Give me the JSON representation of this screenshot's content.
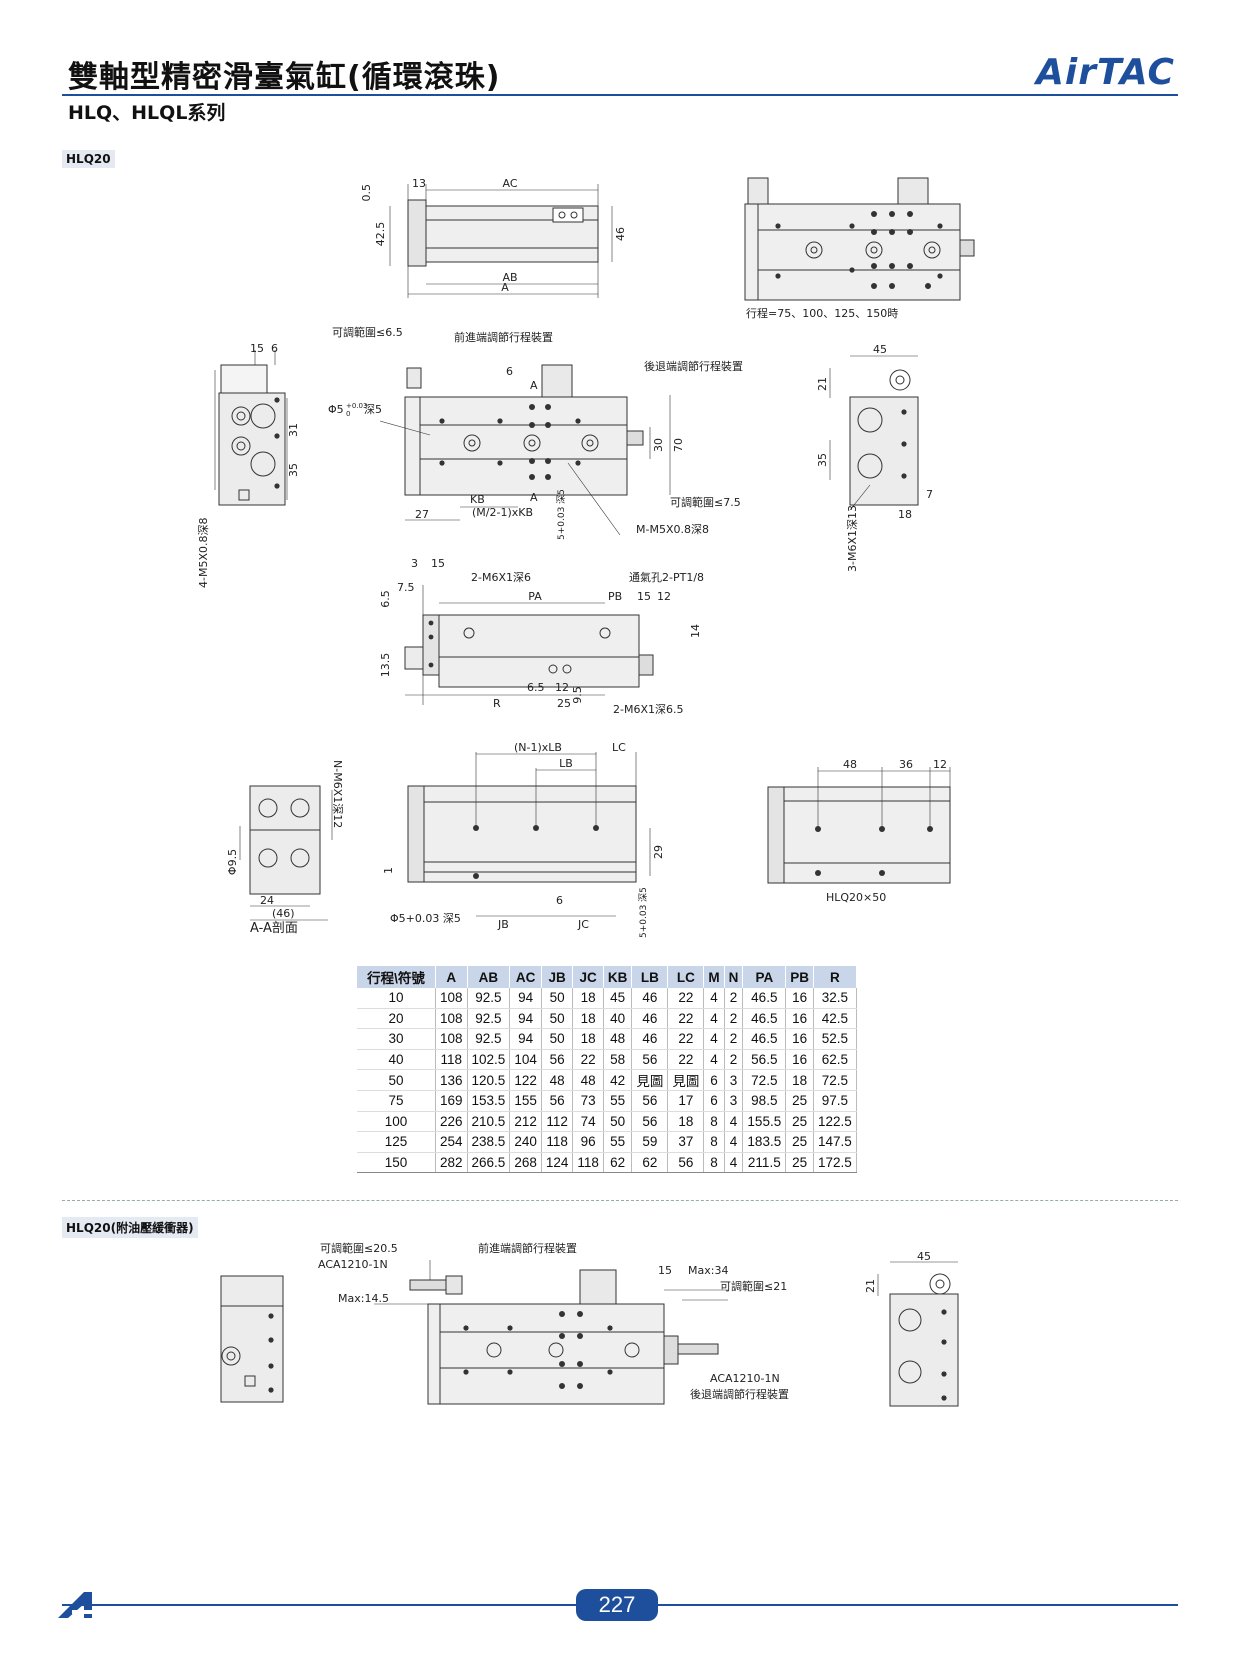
{
  "header": {
    "title": "雙軸型精密滑臺氣缸(循環滾珠)",
    "subtitle": "HLQ、HLQL系列",
    "brand": "AirTAC"
  },
  "section1": {
    "tag": "HLQ20"
  },
  "section2": {
    "tag": "HLQ20(附油壓緩衝器)"
  },
  "drawing1": {
    "dims": [
      "0.5",
      "13",
      "AC",
      "42.5",
      "46",
      "AB",
      "A"
    ],
    "stroke_note": "行程=75、100、125、150時"
  },
  "drawing2": {
    "adj_front_range": "可調範圍≤6.5",
    "adj_front": "前進端調節行程裝置",
    "adj_rear": "後退端調節行程裝置",
    "hole": "Φ5",
    "hole_tol": "+0.03",
    "hole_tol2": "0",
    "hole_depth": "深5",
    "six": "6",
    "sec_a": "A",
    "sec_a2": "A",
    "d30": "30",
    "d70": "70",
    "d27": "27",
    "kb": "KB",
    "m_kb": "(M/2-1)xKB",
    "slot": "5+0.03 深5",
    "adj_rear_range": "可調範圍≤7.5",
    "m_thread": "M-M5X0.8深8",
    "side_15": "15",
    "side_6": "6",
    "side_31": "31",
    "side_35": "35",
    "side_thread": "4-M5X0.8深8",
    "right_45": "45",
    "right_21": "21",
    "right_35": "35",
    "right_7": "7",
    "right_18": "18",
    "right_thread": "3-M6X1深13"
  },
  "drawing3": {
    "d3": "3",
    "d15": "15",
    "d65": "6.5",
    "d75": "7.5",
    "thread1": "2-M6X1深6",
    "vent": "通氣孔2-PT1/8",
    "pa": "PA",
    "pb": "PB",
    "d15b": "15",
    "d12": "12",
    "d14": "14",
    "d135": "13.5",
    "d65b": "6.5",
    "d12b": "12",
    "d95": "9.5",
    "r": "R",
    "d25": "25",
    "thread2": "2-M6X1深6.5"
  },
  "drawing4": {
    "n_lb": "(N-1)xLB",
    "lc": "LC",
    "lb": "LB",
    "n_thread": "N-M6X1深12",
    "phi95": "Φ9.5",
    "d24": "24",
    "d46": "(46)",
    "section": "A-A剖面",
    "d1": "1",
    "hole": "Φ5+0.03 深5",
    "d29": "29",
    "d6": "6",
    "jb": "JB",
    "jc": "JC",
    "slot": "5+0.03 深5",
    "d48": "48",
    "d36": "36",
    "d12": "12",
    "model": "HLQ20×50"
  },
  "table": {
    "headers": [
      "行程\\符號",
      "A",
      "AB",
      "AC",
      "JB",
      "JC",
      "KB",
      "LB",
      "LC",
      "M",
      "N",
      "PA",
      "PB",
      "R"
    ],
    "rows": [
      [
        "10",
        "108",
        "92.5",
        "94",
        "50",
        "18",
        "45",
        "46",
        "22",
        "4",
        "2",
        "46.5",
        "16",
        "32.5"
      ],
      [
        "20",
        "108",
        "92.5",
        "94",
        "50",
        "18",
        "40",
        "46",
        "22",
        "4",
        "2",
        "46.5",
        "16",
        "42.5"
      ],
      [
        "30",
        "108",
        "92.5",
        "94",
        "50",
        "18",
        "48",
        "46",
        "22",
        "4",
        "2",
        "46.5",
        "16",
        "52.5"
      ],
      [
        "40",
        "118",
        "102.5",
        "104",
        "56",
        "22",
        "58",
        "56",
        "22",
        "4",
        "2",
        "56.5",
        "16",
        "62.5"
      ],
      [
        "50",
        "136",
        "120.5",
        "122",
        "48",
        "48",
        "42",
        "見圖",
        "見圖",
        "6",
        "3",
        "72.5",
        "18",
        "72.5"
      ],
      [
        "75",
        "169",
        "153.5",
        "155",
        "56",
        "73",
        "55",
        "56",
        "17",
        "6",
        "3",
        "98.5",
        "25",
        "97.5"
      ],
      [
        "100",
        "226",
        "210.5",
        "212",
        "112",
        "74",
        "50",
        "56",
        "18",
        "8",
        "4",
        "155.5",
        "25",
        "122.5"
      ],
      [
        "125",
        "254",
        "238.5",
        "240",
        "118",
        "96",
        "55",
        "59",
        "37",
        "8",
        "4",
        "183.5",
        "25",
        "147.5"
      ],
      [
        "150",
        "282",
        "266.5",
        "268",
        "124",
        "118",
        "62",
        "62",
        "56",
        "8",
        "4",
        "211.5",
        "25",
        "172.5"
      ]
    ]
  },
  "drawing5": {
    "adj_front_range": "可調範圍≤20.5",
    "aca_front": "ACA1210-1N",
    "adj_front": "前進端調節行程裝置",
    "max_front": "Max:14.5",
    "d15": "15",
    "max_rear": "Max:34",
    "adj_rear_range": "可調範圍≤21",
    "aca_rear": "ACA1210-1N",
    "adj_rear": "後退端調節行程裝置",
    "right_45": "45",
    "right_21": "21"
  },
  "footer": {
    "page": "227"
  }
}
